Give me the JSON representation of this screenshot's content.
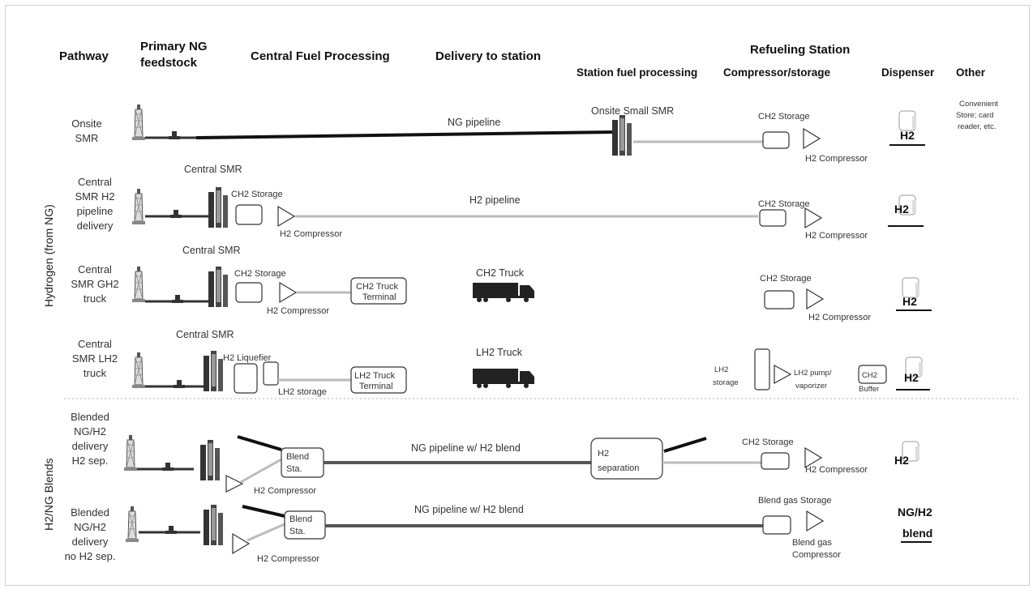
{
  "headers": {
    "pathway": "Pathway",
    "primary_ng": "Primary NG",
    "feedstock": "feedstock",
    "central": "Central Fuel Processing",
    "delivery": "Delivery to station",
    "refueling": "Refueling Station",
    "station_proc": "Station fuel processing",
    "compressor": "Compressor/storage",
    "dispenser": "Dispenser",
    "other": "Other"
  },
  "groups": {
    "hydrogen": "Hydrogen (from NG)",
    "blends": "H2/NG Blends"
  },
  "rows": {
    "onsite": {
      "label1": "Onsite",
      "label2": "SMR",
      "pipe": "NG pipeline",
      "smr": "Onsite Small SMR",
      "storage": "CH2 Storage",
      "compressor": "H2 Compressor",
      "dispenser": "H2",
      "other1": "Convenient",
      "other2": "Store; card",
      "other3": "reader, etc."
    },
    "pipeline": {
      "label1": "Central",
      "label2": "SMR  H2",
      "label3": "pipeline",
      "label4": "delivery",
      "smr": "Central SMR",
      "storage": "CH2 Storage",
      "compressor": "H2 Compressor",
      "pipe": "H2 pipeline",
      "st_storage": "CH2 Storage",
      "st_compressor": "H2 Compressor",
      "dispenser": "H2"
    },
    "gh2": {
      "label1": "Central",
      "label2": "SMR  GH2",
      "label3": "truck",
      "smr": "Central SMR",
      "storage": "CH2 Storage",
      "compressor": "H2 Compressor",
      "terminal1": "CH2 Truck",
      "terminal2": "Terminal",
      "truck": "CH2 Truck",
      "st_storage": "CH2 Storage",
      "st_compressor": "H2 Compressor",
      "dispenser": "H2"
    },
    "lh2": {
      "label1": "Central",
      "label2": "SMR LH2",
      "label3": "truck",
      "smr": "Central SMR",
      "liquefier": "H2 Liquefier",
      "storage": "LH2 storage",
      "terminal1": "LH2 Truck",
      "terminal2": "Terminal",
      "truck": "LH2 Truck",
      "st_storage1": "LH2",
      "st_storage2": "storage",
      "pump1": "LH2 pump/",
      "pump2": "vaporizer",
      "buffer1": "CH2",
      "buffer2": "Buffer",
      "dispenser": "H2"
    },
    "blend_sep": {
      "label1": "Blended",
      "label2": "NG/H2",
      "label3": "delivery",
      "label4": "H2 sep.",
      "blend1": "Blend",
      "blend2": "Sta.",
      "compressor": "H2 Compressor",
      "pipe": "NG pipeline w/ H2 blend",
      "sep1": "H2",
      "sep2": "separation",
      "st_storage": "CH2 Storage",
      "st_compressor": "H2 Compressor",
      "dispenser": "H2"
    },
    "blend_nosep": {
      "label1": "Blended",
      "label2": "NG/H2",
      "label3": "delivery",
      "label4": "no H2 sep.",
      "blend1": "Blend",
      "blend2": "Sta.",
      "compressor": "H2 Compressor",
      "pipe": "NG pipeline w/ H2 blend",
      "st_storage": "Blend gas  Storage",
      "st_compressor1": "Blend gas",
      "st_compressor2": "Compressor",
      "dispenser1": "NG/H2",
      "dispenser2": "blend"
    }
  }
}
